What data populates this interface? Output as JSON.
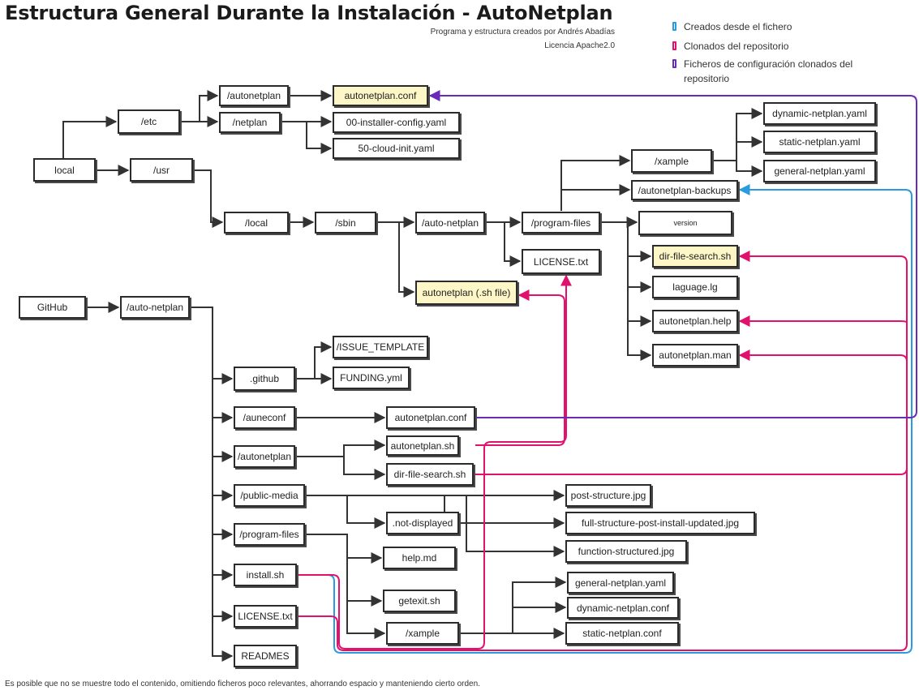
{
  "title": "Estructura General Durante la Instalación - AutoNetplan",
  "subtitle_line1": "Programa y estructura creados por Andrés Abadías",
  "subtitle_line2": "Licencia Apache2.0",
  "legend": [
    {
      "label": "Creados desde el fichero",
      "color": "#2b9be0"
    },
    {
      "label": "Clonados del repositorio",
      "color": "#e0126e"
    },
    {
      "label": "Ficheros de configuración clonados del repositorio",
      "color": "#6a2bb8"
    }
  ],
  "colors": {
    "black_line": "#333333",
    "blue": "#2b9be0",
    "pink": "#e0126e",
    "purple": "#6a2bb8",
    "highlight": "#fdf6c6"
  },
  "nodes": {
    "local": "local",
    "etc": "/etc",
    "usr": "/usr",
    "etc_autonetplan": "/autonetplan",
    "etc_netplan": "/netplan",
    "autonetplan_conf": "autonetplan.conf",
    "installer_config": "00-installer-config.yaml",
    "cloud_init": "50-cloud-init.yaml",
    "usr_local": "/local",
    "sbin": "/sbin",
    "auto_netplan": "/auto-netplan",
    "program_files": "/program-files",
    "license": "LICENSE.txt",
    "autonetplan_sh": "autonetplan (.sh file)",
    "xample": "/xample",
    "dynamic_yaml": "dynamic-netplan.yaml",
    "static_yaml": "static-netplan.yaml",
    "general_yaml": "general-netplan.yaml",
    "backups": "/autonetplan-backups",
    "version": "version",
    "dir_file_search": "dir-file-search.sh",
    "laguage": "laguage.lg",
    "help": "autonetplan.help",
    "man": "autonetplan.man",
    "github": "GitHub",
    "gh_auto_netplan": "/auto-netplan",
    "dot_github": ".github",
    "issue_template": "/ISSUE_TEMPLATE",
    "funding": "FUNDING.yml",
    "auneconf": "/auneconf",
    "auneconf_conf": "autonetplan.conf",
    "gh_autonetplan": "/autonetplan",
    "gh_autonetplan_sh": "autonetplan.sh",
    "gh_dir_file_search": "dir-file-search.sh",
    "public_media": "/public-media",
    "not_displayed": ".not-displayed",
    "post_structure": "post-structure.jpg",
    "full_structure": "full-structure-post-install-updated.jpg",
    "function_structured": "function-structured.jpg",
    "gh_program_files": "/program-files",
    "help_md": "help.md",
    "getexit": "getexit.sh",
    "gh_xample": "/xample",
    "gh_general_yaml": "general-netplan.yaml",
    "gh_dynamic_conf": "dynamic-netplan.conf",
    "gh_static_conf": "static-netplan.conf",
    "install_sh": "install.sh",
    "gh_license": "LICENSE.txt",
    "readmes": "READMES"
  },
  "footer": "Es posible que no se muestre todo el contenido, omitiendo ficheros poco relevantes, ahorrando espacio y manteniendo cierto orden."
}
